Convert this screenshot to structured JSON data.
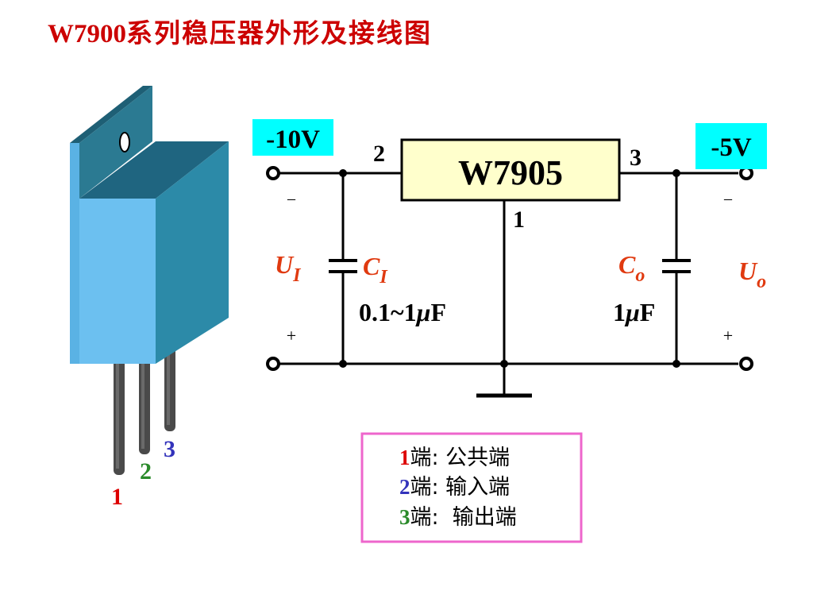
{
  "title": {
    "model": "W7900",
    "text": "系列稳压器外形及接线图"
  },
  "circuit": {
    "regulator_label": "W7905",
    "input_voltage": "-10V",
    "output_voltage": "-5V",
    "pin_input": "2",
    "pin_output": "3",
    "pin_common": "1",
    "input_minus": "–",
    "input_plus": "+",
    "output_minus": "–",
    "output_plus": "+",
    "input_cap_value": "0.1~1",
    "output_cap_value": "1",
    "mu": "μ",
    "farad": "F",
    "input_voltage_symbol": "U",
    "input_voltage_subscript": "I",
    "input_cap_symbol": "C",
    "input_cap_subscript": "I",
    "output_cap_symbol": "C",
    "output_cap_subscript": "o",
    "output_voltage_symbol": "U",
    "output_voltage_subscript": "o"
  },
  "package_pins": {
    "pin1": "1",
    "pin2": "2",
    "pin3": "3"
  },
  "legend": {
    "items": [
      {
        "num": "1",
        "text": "端: 公共端"
      },
      {
        "num": "2",
        "text": "端: 输入端"
      },
      {
        "num": "3",
        "text": "端:  输出端"
      }
    ]
  },
  "colors": {
    "title": "#cc0000",
    "label_blue": "#00ffff",
    "regulator_fill": "#ffffcc",
    "symbol_red": "#e03a10",
    "pin1": "#dd0000",
    "pin2": "#2a8a2a",
    "pin3": "#3333bb",
    "legend_border": "#ee66cc"
  }
}
